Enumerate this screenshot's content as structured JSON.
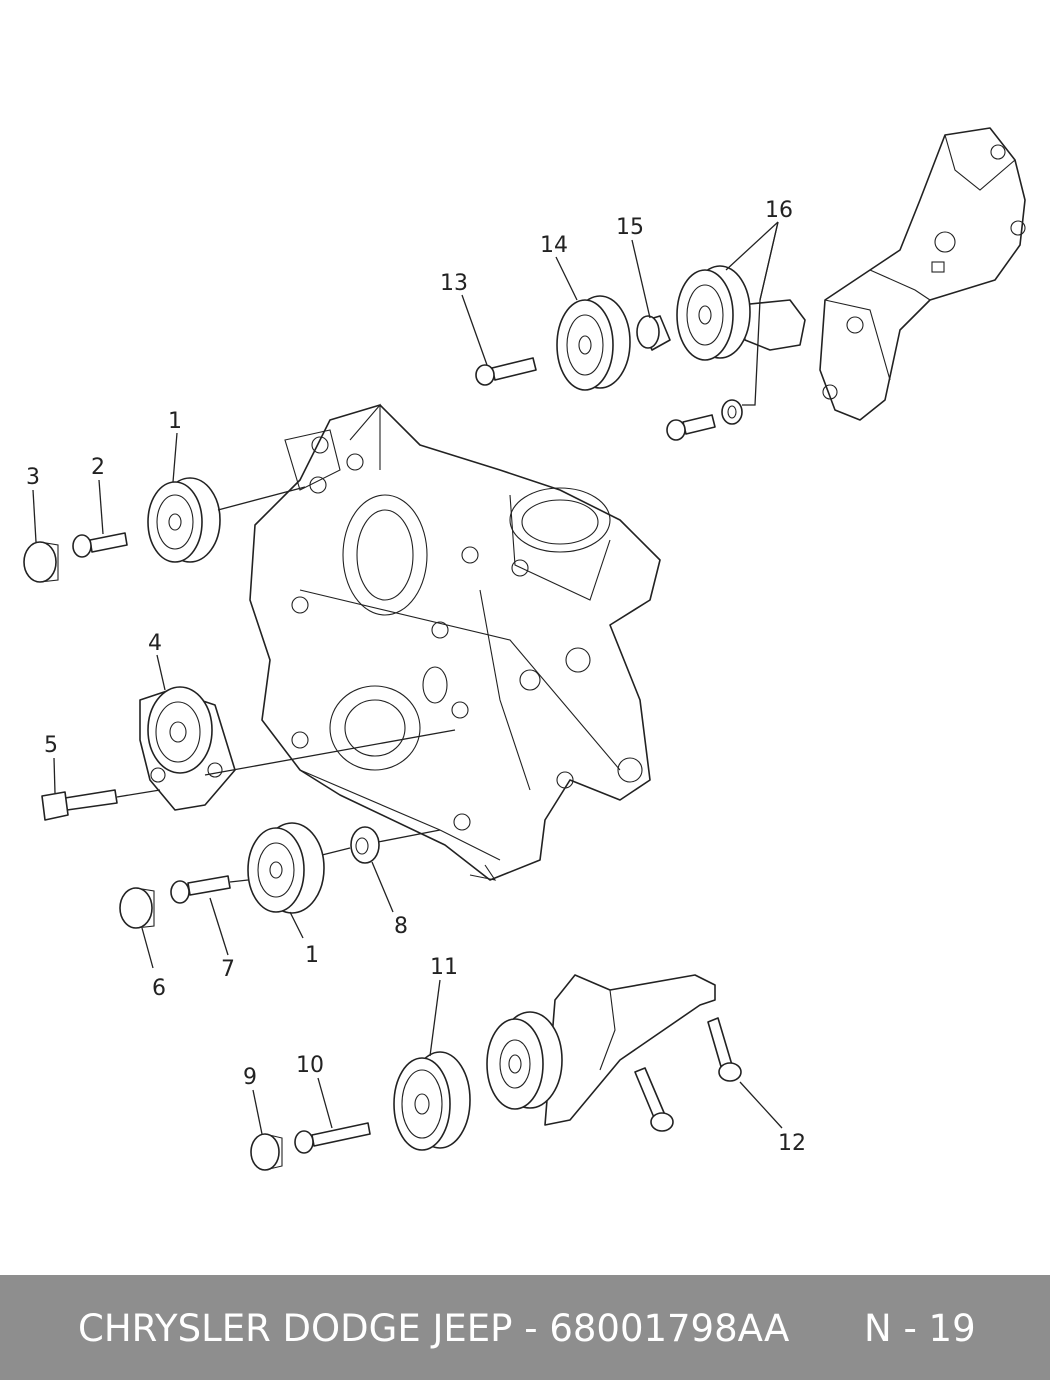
{
  "diagram": {
    "callouts": [
      "1",
      "1",
      "2",
      "3",
      "4",
      "5",
      "6",
      "7",
      "8",
      "9",
      "10",
      "11",
      "12",
      "13",
      "14",
      "15",
      "16"
    ]
  },
  "footer": {
    "title": "CHRYSLER DODGE JEEP - 68001798AA",
    "page_ref": "N - 19",
    "background": "#8e8e8e",
    "text_color": "#ffffff"
  }
}
